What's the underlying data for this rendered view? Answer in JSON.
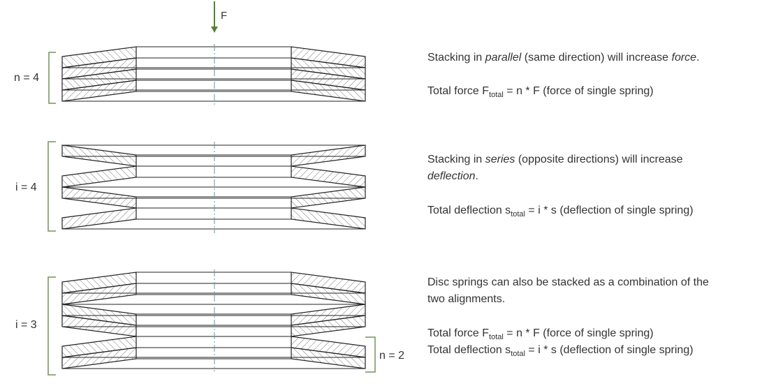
{
  "force_label": "F",
  "groups": [
    {
      "label": "n = 4"
    },
    {
      "label": "i = 4"
    },
    {
      "label": "i = 3",
      "sub_label": "n = 2"
    }
  ],
  "text": {
    "parallel": {
      "a": "Stacking in ",
      "b": "parallel",
      "c": " (same direction) will increase ",
      "d": "force",
      "e": ".",
      "formula_pre": "Total force F",
      "formula_sub": "total",
      "formula_post": " = n  * F (force of single spring)"
    },
    "series": {
      "a": "Stacking in ",
      "b": "series",
      "c": " (opposite directions) will increase",
      "d": "deflection",
      "e": ".",
      "formula_pre": "Total deflection s",
      "formula_sub": "total",
      "formula_post": " = i  * s (deflection of single spring)"
    },
    "combo": {
      "line1": "Disc springs can also be stacked as a combination of the",
      "line2": "two alignments.",
      "force_pre": "Total force F",
      "force_sub": "total",
      "force_post": " = n  * F (force of single spring)",
      "defl_pre": "Total deflection s",
      "defl_sub": "total",
      "defl_post": " = i  * s (deflection of single spring)"
    }
  },
  "colors": {
    "bracket": "#70945a",
    "arrow": "#548235",
    "centerline": "#5b9aa8",
    "line": "#222222",
    "hatch": "#555555"
  }
}
